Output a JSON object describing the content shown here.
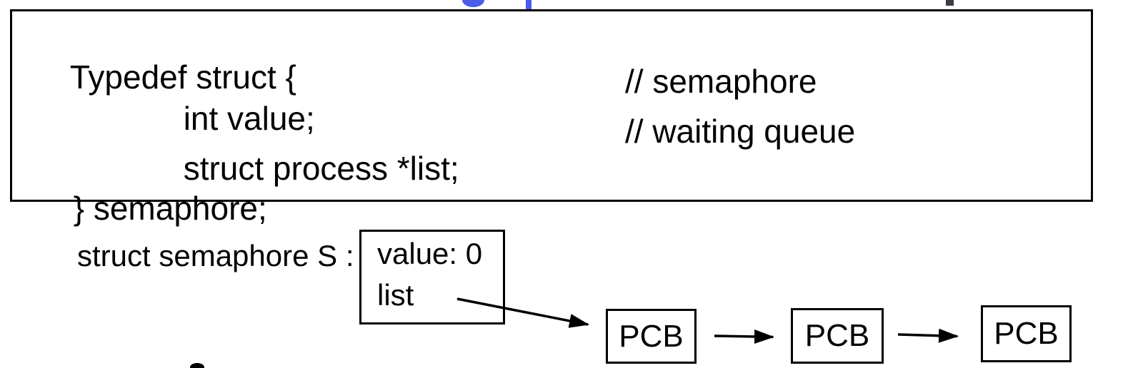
{
  "colors": {
    "background": "#ffffff",
    "text": "#000000",
    "line": "#000000",
    "title_blue": "#4a5ce8",
    "title_dark_fragment": "#3b3b44"
  },
  "code_block": {
    "lines": [
      {
        "code": "Typedef struct {",
        "comment": ""
      },
      {
        "code": "int value;",
        "comment": "// semaphore"
      },
      {
        "code": "struct process *list;",
        "comment": "// waiting queue"
      },
      {
        "code": "} semaphore;",
        "comment": ""
      }
    ]
  },
  "instance": {
    "label": "struct semaphore S :",
    "value_field": "value: 0",
    "list_field": "list"
  },
  "pcb_chain": {
    "nodes": [
      "PCB",
      "PCB",
      "PCB"
    ]
  }
}
